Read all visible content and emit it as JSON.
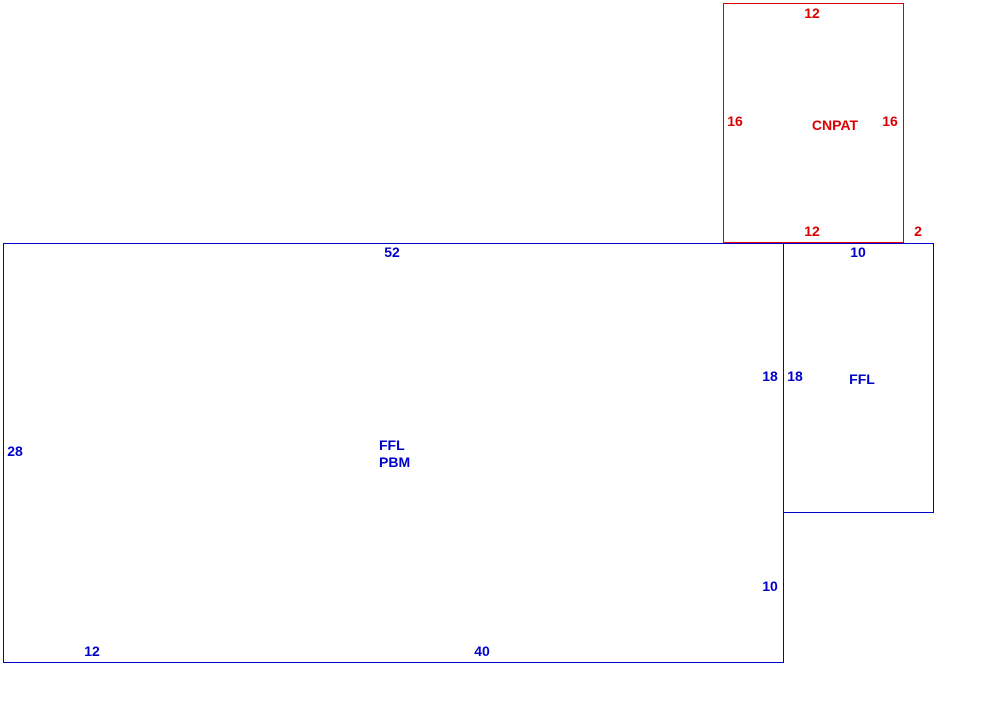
{
  "colors": {
    "main_area": "#0000cc",
    "patio": "#dd0000"
  },
  "areas": {
    "main": {
      "label_line1": "FFL",
      "label_line2": "PBM",
      "dim_top": "52",
      "dim_left": "28",
      "dim_bottom_left": "12",
      "dim_bottom_right": "40",
      "dim_right_upper": "18",
      "dim_right_lower": "10"
    },
    "addition": {
      "label": "FFL",
      "dim_top": "10",
      "dim_left": "18"
    },
    "patio": {
      "label": "CNPAT",
      "dim_top": "12",
      "dim_bottom": "12",
      "dim_left": "16",
      "dim_right": "16",
      "dim_offset": "2"
    }
  }
}
